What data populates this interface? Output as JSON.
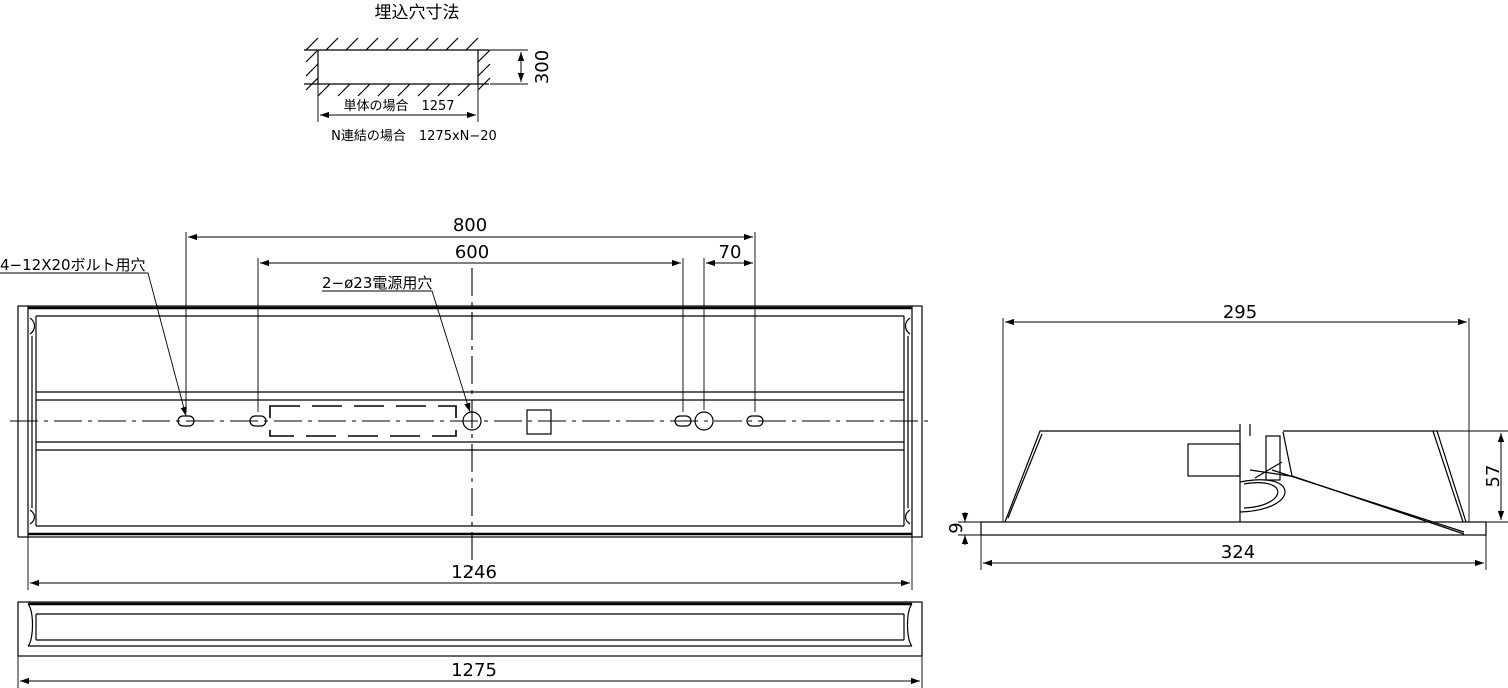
{
  "cutout": {
    "title": "埋込穴寸法",
    "height_label": "300",
    "single_label": "単体の場合　1257",
    "linked_label": "N連結の場合　1275xN−20"
  },
  "top_view": {
    "dim_800": "800",
    "dim_600": "600",
    "dim_70": "70",
    "bolt_hole_note": "4−12X20ボルト用穴",
    "power_hole_note": "2−ø23電源用穴",
    "dim_1246": "1246"
  },
  "front_view": {
    "dim_1275": "1275"
  },
  "side_view": {
    "dim_295": "295",
    "dim_57": "57",
    "dim_9": "9",
    "dim_324": "324"
  }
}
